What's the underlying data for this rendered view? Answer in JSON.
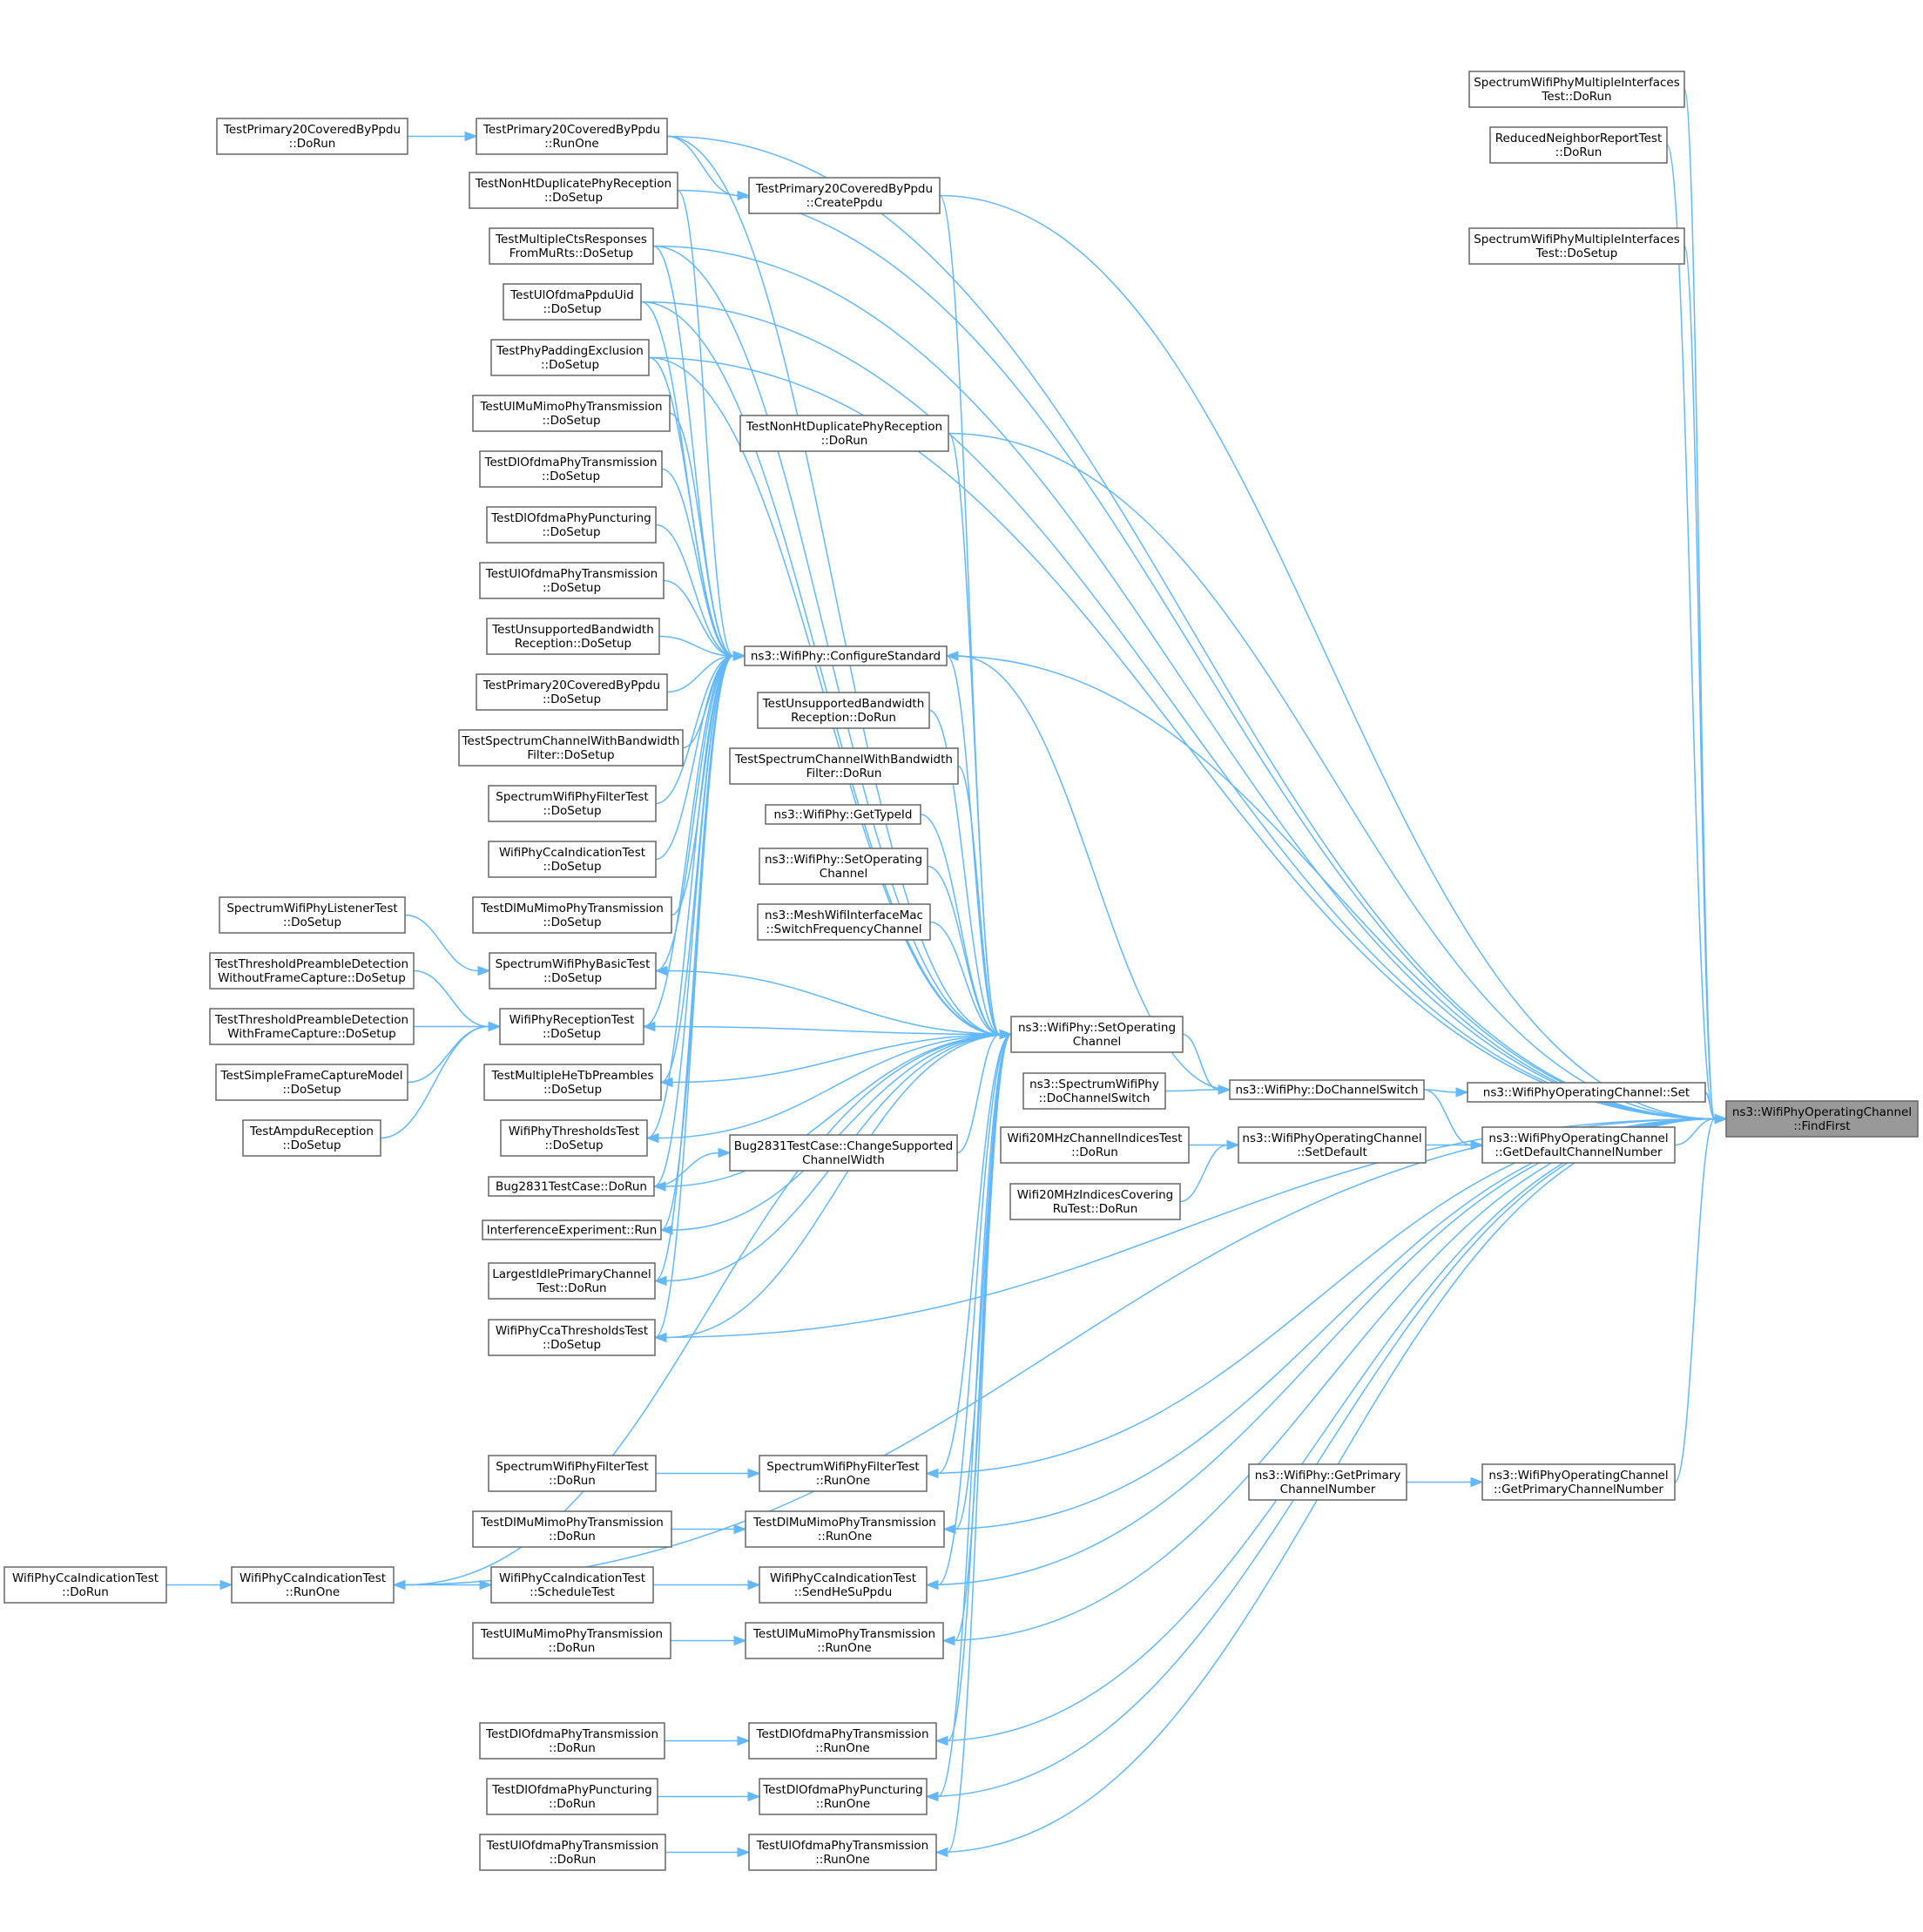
{
  "graph": {
    "title": "",
    "colors": {
      "edge": "#63b8ff",
      "node_border": "#666666",
      "root_fill": "#999999",
      "node_fill": "#ffffff"
    },
    "nodes": [
      {
        "id": "findfirst",
        "lines": [
          "ns3::WifiPhyOperatingChannel",
          "::FindFirst"
        ],
        "root": true
      },
      {
        "id": "set",
        "lines": [
          "ns3::WifiPhyOperatingChannel::Set"
        ]
      },
      {
        "id": "getdefault",
        "lines": [
          "ns3::WifiPhyOperatingChannel",
          "::GetDefaultChannelNumber"
        ]
      },
      {
        "id": "getprimary",
        "lines": [
          "ns3::WifiPhyOperatingChannel",
          "::GetPrimaryChannelNumber"
        ]
      },
      {
        "id": "setdefault",
        "lines": [
          "ns3::WifiPhyOperatingChannel",
          "::SetDefault"
        ]
      },
      {
        "id": "dochannelswitch",
        "lines": [
          "ns3::WifiPhy::DoChannelSwitch"
        ]
      },
      {
        "id": "phygetprimary",
        "lines": [
          "ns3::WifiPhy::GetPrimary",
          "ChannelNumber"
        ]
      },
      {
        "id": "spectrumdochannelswitch",
        "lines": [
          "ns3::SpectrumWifiPhy",
          "::DoChannelSwitch"
        ]
      },
      {
        "id": "wifi20indices",
        "lines": [
          "Wifi20MHzChannelIndicesTest",
          "::DoRun"
        ]
      },
      {
        "id": "wifi20covering",
        "lines": [
          "Wifi20MHzIndicesCovering",
          "RuTest::DoRun"
        ]
      },
      {
        "id": "setoperating",
        "lines": [
          "ns3::WifiPhy::SetOperating",
          "Channel"
        ]
      },
      {
        "id": "configurestandard",
        "lines": [
          "ns3::WifiPhy::ConfigureStandard"
        ]
      },
      {
        "id": "mimi_int_dorun",
        "lines": [
          "SpectrumWifiPhyMultipleInterfaces",
          "Test::DoRun"
        ]
      },
      {
        "id": "reduced",
        "lines": [
          "ReducedNeighborReportTest",
          "::DoRun"
        ]
      },
      {
        "id": "mimi_int_dosetup",
        "lines": [
          "SpectrumWifiPhyMultipleInterfaces",
          "Test::DoSetup"
        ]
      },
      {
        "id": "p20_runone",
        "lines": [
          "TestPrimary20CoveredByPpdu",
          "::RunOne"
        ]
      },
      {
        "id": "p20_dorun",
        "lines": [
          "TestPrimary20CoveredByPpdu",
          "::DoRun"
        ]
      },
      {
        "id": "p20_createppdu",
        "lines": [
          "TestPrimary20CoveredByPpdu",
          "::CreatePpdu"
        ]
      },
      {
        "id": "nonht_dosetup",
        "lines": [
          "TestNonHtDuplicatePhyReception",
          "::DoSetup"
        ]
      },
      {
        "id": "cts_dosetup",
        "lines": [
          "TestMultipleCtsResponses",
          "FromMuRts::DoSetup"
        ]
      },
      {
        "id": "ulofdmauid",
        "lines": [
          "TestUlOfdmaPpduUid",
          "::DoSetup"
        ]
      },
      {
        "id": "padding",
        "lines": [
          "TestPhyPaddingExclusion",
          "::DoSetup"
        ]
      },
      {
        "id": "ulmumimo_dosetup",
        "lines": [
          "TestUlMuMimoPhyTransmission",
          "::DoSetup"
        ]
      },
      {
        "id": "nonht_dorun",
        "lines": [
          "TestNonHtDuplicatePhyReception",
          "::DoRun"
        ]
      },
      {
        "id": "dlofdma_dosetup",
        "lines": [
          "TestDlOfdmaPhyTransmission",
          "::DoSetup"
        ]
      },
      {
        "id": "dlpunct_dosetup",
        "lines": [
          "TestDlOfdmaPhyPuncturing",
          "::DoSetup"
        ]
      },
      {
        "id": "ulofdma_dosetup",
        "lines": [
          "TestUlOfdmaPhyTransmission",
          "::DoSetup"
        ]
      },
      {
        "id": "unsupbw_dosetup",
        "lines": [
          "TestUnsupportedBandwidth",
          "Reception::DoSetup"
        ]
      },
      {
        "id": "p20_dosetup",
        "lines": [
          "TestPrimary20CoveredByPpdu",
          "::DoSetup"
        ]
      },
      {
        "id": "spchbw_dosetup",
        "lines": [
          "TestSpectrumChannelWithBandwidth",
          "Filter::DoSetup"
        ]
      },
      {
        "id": "filter_dosetup",
        "lines": [
          "SpectrumWifiPhyFilterTest",
          "::DoSetup"
        ]
      },
      {
        "id": "ccaind_dosetup",
        "lines": [
          "WifiPhyCcaIndicationTest",
          "::DoSetup"
        ]
      },
      {
        "id": "dlmumimo_dosetup",
        "lines": [
          "TestDlMuMimoPhyTransmission",
          "::DoSetup"
        ]
      },
      {
        "id": "basic_dosetup",
        "lines": [
          "SpectrumWifiPhyBasicTest",
          "::DoSetup"
        ]
      },
      {
        "id": "reception_dosetup",
        "lines": [
          "WifiPhyReceptionTest",
          "::DoSetup"
        ]
      },
      {
        "id": "hetb_dosetup",
        "lines": [
          "TestMultipleHeTbPreambles",
          "::DoSetup"
        ]
      },
      {
        "id": "thresholds_dosetup",
        "lines": [
          "WifiPhyThresholdsTest",
          "::DoSetup"
        ]
      },
      {
        "id": "bug2831_dorun",
        "lines": [
          "Bug2831TestCase::DoRun"
        ]
      },
      {
        "id": "interference",
        "lines": [
          "InterferenceExperiment::Run"
        ]
      },
      {
        "id": "largestidle",
        "lines": [
          "LargestIdlePrimaryChannel",
          "Test::DoRun"
        ]
      },
      {
        "id": "ccathr_dosetup",
        "lines": [
          "WifiPhyCcaThresholdsTest",
          "::DoSetup"
        ]
      },
      {
        "id": "unsupbw_dorun",
        "lines": [
          "TestUnsupportedBandwidth",
          "Reception::DoRun"
        ]
      },
      {
        "id": "spchbw_dorun",
        "lines": [
          "TestSpectrumChannelWithBandwidth",
          "Filter::DoRun"
        ]
      },
      {
        "id": "gettypeid",
        "lines": [
          "ns3::WifiPhy::GetTypeId"
        ]
      },
      {
        "id": "physetop",
        "lines": [
          "ns3::WifiPhy::SetOperating",
          "Channel"
        ]
      },
      {
        "id": "meshswitch",
        "lines": [
          "ns3::MeshWifiInterfaceMac",
          "::SwitchFrequencyChannel"
        ]
      },
      {
        "id": "bug2831_change",
        "lines": [
          "Bug2831TestCase::ChangeSupported",
          "ChannelWidth"
        ]
      },
      {
        "id": "listener_dosetup",
        "lines": [
          "SpectrumWifiPhyListenerTest",
          "::DoSetup"
        ]
      },
      {
        "id": "thr_without",
        "lines": [
          "TestThresholdPreambleDetection",
          "WithoutFrameCapture::DoSetup"
        ]
      },
      {
        "id": "thr_with",
        "lines": [
          "TestThresholdPreambleDetection",
          "WithFrameCapture::DoSetup"
        ]
      },
      {
        "id": "simplecapture",
        "lines": [
          "TestSimpleFrameCaptureModel",
          "::DoSetup"
        ]
      },
      {
        "id": "ampdu",
        "lines": [
          "TestAmpduReception",
          "::DoSetup"
        ]
      },
      {
        "id": "filter_runone",
        "lines": [
          "SpectrumWifiPhyFilterTest",
          "::RunOne"
        ]
      },
      {
        "id": "filter_dorun",
        "lines": [
          "SpectrumWifiPhyFilterTest",
          "::DoRun"
        ]
      },
      {
        "id": "dlmumimo_runone",
        "lines": [
          "TestDlMuMimoPhyTransmission",
          "::RunOne"
        ]
      },
      {
        "id": "dlmumimo_dorun",
        "lines": [
          "TestDlMuMimoPhyTransmission",
          "::DoRun"
        ]
      },
      {
        "id": "ccaind_sendhesu",
        "lines": [
          "WifiPhyCcaIndicationTest",
          "::SendHeSuPpdu"
        ]
      },
      {
        "id": "ccaind_schedule",
        "lines": [
          "WifiPhyCcaIndicationTest",
          "::ScheduleTest"
        ]
      },
      {
        "id": "ccaind_runone",
        "lines": [
          "WifiPhyCcaIndicationTest",
          "::RunOne"
        ]
      },
      {
        "id": "ccaind_dorun",
        "lines": [
          "WifiPhyCcaIndicationTest",
          "::DoRun"
        ]
      },
      {
        "id": "ulmumimo_runone",
        "lines": [
          "TestUlMuMimoPhyTransmission",
          "::RunOne"
        ]
      },
      {
        "id": "ulmumimo_dorun",
        "lines": [
          "TestUlMuMimoPhyTransmission",
          "::DoRun"
        ]
      },
      {
        "id": "dlofdma_runone",
        "lines": [
          "TestDlOfdmaPhyTransmission",
          "::RunOne"
        ]
      },
      {
        "id": "dlofdma_dorun",
        "lines": [
          "TestDlOfdmaPhyTransmission",
          "::DoRun"
        ]
      },
      {
        "id": "dlpunct_runone",
        "lines": [
          "TestDlOfdmaPhyPuncturing",
          "::RunOne"
        ]
      },
      {
        "id": "dlpunct_dorun",
        "lines": [
          "TestDlOfdmaPhyPuncturing",
          "::DoRun"
        ]
      },
      {
        "id": "ulofdma_runone",
        "lines": [
          "TestUlOfdmaPhyTransmission",
          "::RunOne"
        ]
      },
      {
        "id": "ulofdma_dorun",
        "lines": [
          "TestUlOfdmaPhyTransmission",
          "::DoRun"
        ]
      }
    ],
    "edges": [
      [
        "set",
        "findfirst"
      ],
      [
        "getdefault",
        "findfirst"
      ],
      [
        "getprimary",
        "findfirst"
      ],
      [
        "mimi_int_dorun",
        "findfirst"
      ],
      [
        "reduced",
        "findfirst"
      ],
      [
        "mimi_int_dosetup",
        "findfirst"
      ],
      [
        "p20_runone",
        "findfirst"
      ],
      [
        "p20_createppdu",
        "findfirst"
      ],
      [
        "nonht_dosetup",
        "findfirst"
      ],
      [
        "cts_dosetup",
        "findfirst"
      ],
      [
        "ulofdmauid",
        "findfirst"
      ],
      [
        "padding",
        "findfirst"
      ],
      [
        "nonht_dorun",
        "findfirst"
      ],
      [
        "configurestandard",
        "findfirst"
      ],
      [
        "ccathr_dosetup",
        "findfirst"
      ],
      [
        "filter_runone",
        "findfirst"
      ],
      [
        "dlmumimo_runone",
        "findfirst"
      ],
      [
        "ccaind_sendhesu",
        "findfirst"
      ],
      [
        "ulmumimo_runone",
        "findfirst"
      ],
      [
        "ccaind_runone",
        "findfirst"
      ],
      [
        "dlofdma_runone",
        "findfirst"
      ],
      [
        "dlpunct_runone",
        "findfirst"
      ],
      [
        "ulofdma_runone",
        "findfirst"
      ],
      [
        "dochannelswitch",
        "set"
      ],
      [
        "setdefault",
        "getdefault"
      ],
      [
        "phygetprimary",
        "getprimary"
      ],
      [
        "dochannelswitch",
        "getdefault"
      ],
      [
        "wifi20indices",
        "setdefault"
      ],
      [
        "wifi20covering",
        "setdefault"
      ],
      [
        "setoperating",
        "dochannelswitch"
      ],
      [
        "spectrumdochannelswitch",
        "dochannelswitch"
      ],
      [
        "dochannelswitch",
        "configurestandard"
      ],
      [
        "p20_dorun",
        "p20_runone"
      ],
      [
        "p20_runone",
        "p20_createppdu"
      ],
      [
        "p20_runone",
        "setoperating"
      ],
      [
        "p20_createppdu",
        "setoperating"
      ],
      [
        "cts_dosetup",
        "setoperating"
      ],
      [
        "ulofdmauid",
        "setoperating"
      ],
      [
        "padding",
        "setoperating"
      ],
      [
        "nonht_dorun",
        "setoperating"
      ],
      [
        "unsupbw_dorun",
        "setoperating"
      ],
      [
        "spchbw_dorun",
        "setoperating"
      ],
      [
        "gettypeid",
        "setoperating"
      ],
      [
        "physetop",
        "setoperating"
      ],
      [
        "meshswitch",
        "setoperating"
      ],
      [
        "configurestandard",
        "setoperating"
      ],
      [
        "bug2831_change",
        "setoperating"
      ],
      [
        "setoperating",
        "basic_dosetup"
      ],
      [
        "setoperating",
        "reception_dosetup"
      ],
      [
        "setoperating",
        "hetb_dosetup"
      ],
      [
        "setoperating",
        "thresholds_dosetup"
      ],
      [
        "setoperating",
        "bug2831_dorun"
      ],
      [
        "setoperating",
        "interference"
      ],
      [
        "setoperating",
        "largestidle"
      ],
      [
        "setoperating",
        "ccathr_dosetup"
      ],
      [
        "setoperating",
        "ccaind_runone"
      ],
      [
        "setoperating",
        "filter_runone"
      ],
      [
        "setoperating",
        "dlmumimo_runone"
      ],
      [
        "setoperating",
        "ccaind_sendhesu"
      ],
      [
        "setoperating",
        "ulmumimo_runone"
      ],
      [
        "setoperating",
        "dlofdma_runone"
      ],
      [
        "setoperating",
        "dlpunct_runone"
      ],
      [
        "setoperating",
        "ulofdma_runone"
      ],
      [
        "nonht_dosetup",
        "configurestandard"
      ],
      [
        "cts_dosetup",
        "configurestandard"
      ],
      [
        "ulofdmauid",
        "configurestandard"
      ],
      [
        "padding",
        "configurestandard"
      ],
      [
        "ulmumimo_dosetup",
        "configurestandard"
      ],
      [
        "dlofdma_dosetup",
        "configurestandard"
      ],
      [
        "dlpunct_dosetup",
        "configurestandard"
      ],
      [
        "ulofdma_dosetup",
        "configurestandard"
      ],
      [
        "unsupbw_dosetup",
        "configurestandard"
      ],
      [
        "p20_dosetup",
        "configurestandard"
      ],
      [
        "spchbw_dosetup",
        "configurestandard"
      ],
      [
        "filter_dosetup",
        "configurestandard"
      ],
      [
        "ccaind_dosetup",
        "configurestandard"
      ],
      [
        "dlmumimo_dosetup",
        "configurestandard"
      ],
      [
        "basic_dosetup",
        "configurestandard"
      ],
      [
        "reception_dosetup",
        "configurestandard"
      ],
      [
        "hetb_dosetup",
        "configurestandard"
      ],
      [
        "thresholds_dosetup",
        "configurestandard"
      ],
      [
        "bug2831_dorun",
        "configurestandard"
      ],
      [
        "interference",
        "configurestandard"
      ],
      [
        "largestidle",
        "configurestandard"
      ],
      [
        "ccathr_dosetup",
        "configurestandard"
      ],
      [
        "bug2831_dorun",
        "bug2831_change"
      ],
      [
        "listener_dosetup",
        "basic_dosetup"
      ],
      [
        "thr_without",
        "reception_dosetup"
      ],
      [
        "thr_with",
        "reception_dosetup"
      ],
      [
        "simplecapture",
        "reception_dosetup"
      ],
      [
        "ampdu",
        "reception_dosetup"
      ],
      [
        "filter_dorun",
        "filter_runone"
      ],
      [
        "dlmumimo_dorun",
        "dlmumimo_runone"
      ],
      [
        "ccaind_schedule",
        "ccaind_sendhesu"
      ],
      [
        "ccaind_runone",
        "ccaind_schedule"
      ],
      [
        "ccaind_dorun",
        "ccaind_runone"
      ],
      [
        "ulmumimo_dorun",
        "ulmumimo_runone"
      ],
      [
        "dlofdma_dorun",
        "dlofdma_runone"
      ],
      [
        "dlpunct_dorun",
        "dlpunct_runone"
      ],
      [
        "ulofdma_dorun",
        "ulofdma_runone"
      ]
    ]
  }
}
